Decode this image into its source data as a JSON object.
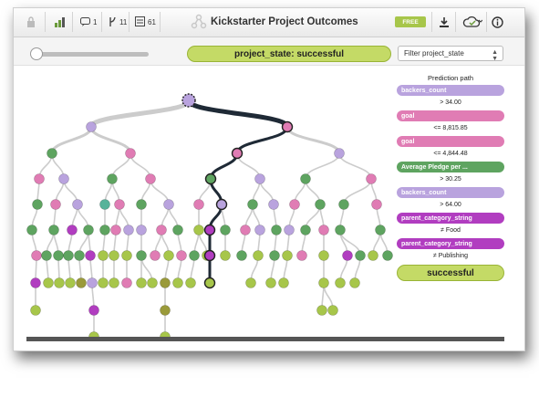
{
  "toolbar": {
    "counts": {
      "comments": "1",
      "forks": "11",
      "predictions": "61"
    },
    "title": "Kickstarter Project Outcomes",
    "free_badge": "FREE",
    "icons": [
      "lock-icon",
      "chart-icon",
      "comment-icon",
      "fork-icon",
      "prediction-icon",
      "logo-icon",
      "download-icon",
      "cloud-icon",
      "info-icon"
    ]
  },
  "filterbar": {
    "state_label": "project_state: successful",
    "select_placeholder": "Filter project_state"
  },
  "colors": {
    "green": "#a7c64a",
    "pink": "#e07cb4",
    "lavender": "#b9a3de",
    "darkgreen": "#5ea460",
    "purple": "#b13dc0",
    "olive": "#9a9a3a",
    "teal": "#57b39a",
    "path": "#1f2a36",
    "branch": "#cccccc"
  },
  "path_panel": {
    "title": "Prediction path",
    "steps": [
      {
        "field": "backers_count",
        "color": "#b9a3de",
        "condition": "> 34.00"
      },
      {
        "field": "goal",
        "color": "#e07cb4",
        "condition": "<= 8,815.85"
      },
      {
        "field": "goal",
        "color": "#e07cb4",
        "condition": "<= 4,844.48"
      },
      {
        "field": "Average Pledge per ...",
        "color": "#5ea460",
        "condition": "> 30.25"
      },
      {
        "field": "backers_count",
        "color": "#b9a3de",
        "condition": "> 64.00"
      },
      {
        "field": "parent_category_string",
        "color": "#b13dc0",
        "condition": "≠ Food"
      },
      {
        "field": "parent_category_string",
        "color": "#b13dc0",
        "condition": "≠ Publishing"
      }
    ],
    "prediction": "successful"
  }
}
